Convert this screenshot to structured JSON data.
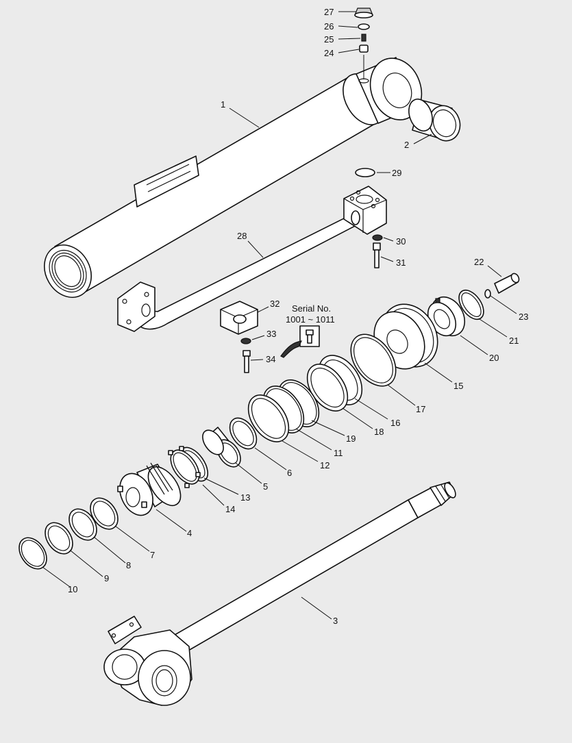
{
  "diagram": {
    "serial_note": {
      "line1": "Serial No.",
      "line2": "1001 ~ 1011"
    },
    "callouts": [
      {
        "id": "c27",
        "label": "27"
      },
      {
        "id": "c26",
        "label": "26"
      },
      {
        "id": "c25",
        "label": "25"
      },
      {
        "id": "c24",
        "label": "24"
      },
      {
        "id": "c1",
        "label": "1"
      },
      {
        "id": "c2",
        "label": "2"
      },
      {
        "id": "c29",
        "label": "29"
      },
      {
        "id": "c28",
        "label": "28"
      },
      {
        "id": "c30",
        "label": "30"
      },
      {
        "id": "c31",
        "label": "31"
      },
      {
        "id": "c22",
        "label": "22"
      },
      {
        "id": "c23",
        "label": "23"
      },
      {
        "id": "c32",
        "label": "32"
      },
      {
        "id": "c33",
        "label": "33"
      },
      {
        "id": "c34",
        "label": "34"
      },
      {
        "id": "c21",
        "label": "21"
      },
      {
        "id": "c20",
        "label": "20"
      },
      {
        "id": "c15",
        "label": "15"
      },
      {
        "id": "c17",
        "label": "17"
      },
      {
        "id": "c16",
        "label": "16"
      },
      {
        "id": "c18",
        "label": "18"
      },
      {
        "id": "c19",
        "label": "19"
      },
      {
        "id": "c11",
        "label": "11"
      },
      {
        "id": "c12",
        "label": "12"
      },
      {
        "id": "c6",
        "label": "6"
      },
      {
        "id": "c5",
        "label": "5"
      },
      {
        "id": "c13",
        "label": "13"
      },
      {
        "id": "c14",
        "label": "14"
      },
      {
        "id": "c4",
        "label": "4"
      },
      {
        "id": "c7",
        "label": "7"
      },
      {
        "id": "c8",
        "label": "8"
      },
      {
        "id": "c9",
        "label": "9"
      },
      {
        "id": "c10",
        "label": "10"
      },
      {
        "id": "c3",
        "label": "3"
      }
    ]
  }
}
